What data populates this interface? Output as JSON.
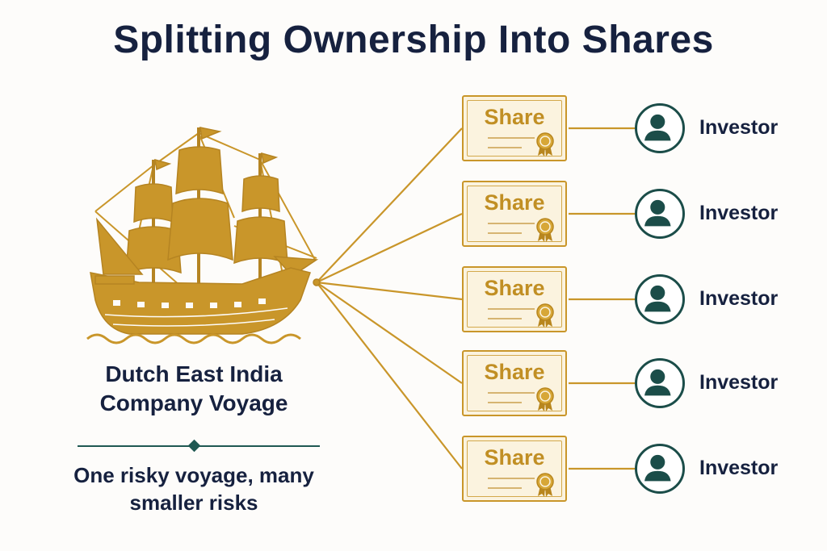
{
  "title": "Splitting Ownership Into Shares",
  "ship": {
    "label": "Dutch East India Company Voyage",
    "icon": "sailing-ship-icon",
    "tagline": "One risky voyage, many smaller risks"
  },
  "shares": [
    {
      "label": "Share",
      "investor": "Investor"
    },
    {
      "label": "Share",
      "investor": "Investor"
    },
    {
      "label": "Share",
      "investor": "Investor"
    },
    {
      "label": "Share",
      "investor": "Investor"
    },
    {
      "label": "Share",
      "investor": "Investor"
    }
  ],
  "icons": {
    "share_seal": "award-seal-icon",
    "investor": "person-icon"
  },
  "colors": {
    "gold": "#c9962a",
    "navy": "#16213f",
    "teal": "#1b4d49",
    "card_fill": "#fbf3df"
  }
}
